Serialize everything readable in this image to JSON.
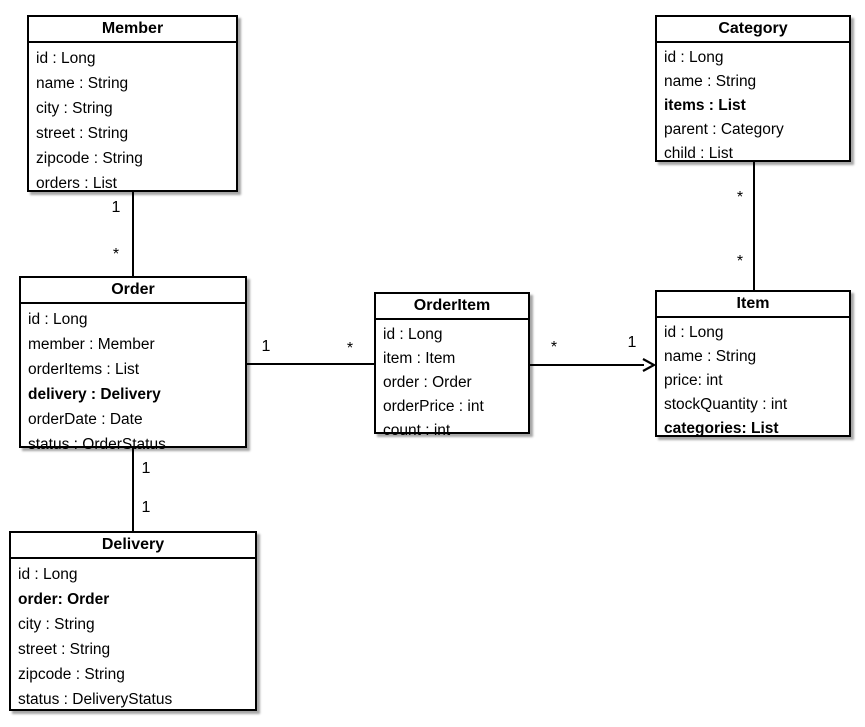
{
  "diagram": {
    "background_color": "#ffffff",
    "line_color": "#000000",
    "classes": [
      {
        "name": "Member",
        "attributes": [
          {
            "text": "id : Long",
            "bold": ""
          },
          {
            "text": "name : String",
            "bold": ""
          },
          {
            "text": "city : String",
            "bold": ""
          },
          {
            "text": "street : String",
            "bold": ""
          },
          {
            "text": "zipcode : String",
            "bold": ""
          },
          {
            "text": "orders : List",
            "bold": ""
          }
        ]
      },
      {
        "name": "Category",
        "attributes": [
          {
            "text": "id : Long",
            "bold": ""
          },
          {
            "text": "name : String",
            "bold": ""
          },
          {
            "text": "items : List",
            "bold": "bold"
          },
          {
            "text": "parent : Category",
            "bold": ""
          },
          {
            "text": "child : List",
            "bold": ""
          }
        ]
      },
      {
        "name": "Order",
        "attributes": [
          {
            "text": "id : Long",
            "bold": ""
          },
          {
            "text": "member : Member",
            "bold": ""
          },
          {
            "text": "orderItems : List",
            "bold": ""
          },
          {
            "text": "delivery : Delivery",
            "bold": "bold"
          },
          {
            "text": "orderDate : Date",
            "bold": ""
          },
          {
            "text": "status : OrderStatus",
            "bold": ""
          }
        ]
      },
      {
        "name": "OrderItem",
        "attributes": [
          {
            "text": "id : Long",
            "bold": ""
          },
          {
            "text": "item : Item",
            "bold": ""
          },
          {
            "text": "order : Order",
            "bold": ""
          },
          {
            "text": "orderPrice : int",
            "bold": ""
          },
          {
            "text": "count : int",
            "bold": ""
          }
        ]
      },
      {
        "name": "Item",
        "attributes": [
          {
            "text": "id : Long",
            "bold": ""
          },
          {
            "text": "name : String",
            "bold": ""
          },
          {
            "text": "price: int",
            "bold": ""
          },
          {
            "text": "stockQuantity : int",
            "bold": ""
          },
          {
            "text": "categories: List",
            "bold": "bold"
          }
        ]
      },
      {
        "name": "Delivery",
        "attributes": [
          {
            "text": "id : Long",
            "bold": ""
          },
          {
            "text": "order: Order",
            "bold": "bold"
          },
          {
            "text": "city : String",
            "bold": ""
          },
          {
            "text": "street : String",
            "bold": ""
          },
          {
            "text": "zipcode : String",
            "bold": ""
          },
          {
            "text": "status : DeliveryStatus",
            "bold": ""
          }
        ]
      }
    ],
    "connections": [
      {
        "from": "Member",
        "to": "Order",
        "from_label": "1",
        "to_label": "*",
        "arrow": "none"
      },
      {
        "from": "Order",
        "to": "OrderItem",
        "from_label": "1",
        "to_label": "*",
        "arrow": "none"
      },
      {
        "from": "OrderItem",
        "to": "Item",
        "from_label": "*",
        "to_label": "1",
        "arrow": "open-arrow-at-Item"
      },
      {
        "from": "Order",
        "to": "Delivery",
        "from_label": "1",
        "to_label": "1",
        "arrow": "none"
      },
      {
        "from": "Category",
        "to": "Item",
        "from_label": "*",
        "to_label": "*",
        "arrow": "none"
      }
    ]
  }
}
